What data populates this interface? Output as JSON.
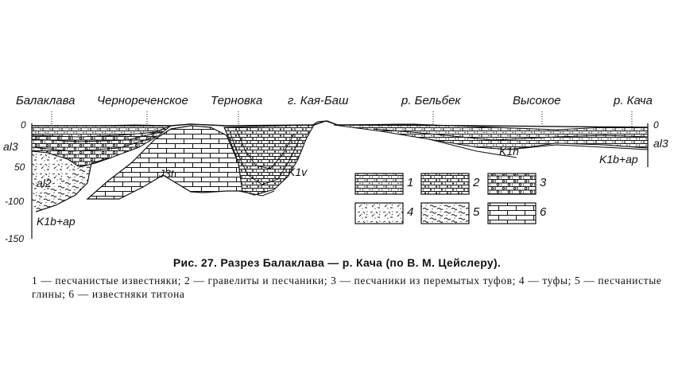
{
  "places": [
    "Балаклава",
    "Черноречен­ское",
    "Терновка",
    "г. Кая-Баш",
    "р. Бельбек",
    "Высокое",
    "р. Кача"
  ],
  "left_depth_labels": [
    "0",
    "50",
    "-100",
    "-150"
  ],
  "right_depth_labels": [
    "0"
  ],
  "unit_labels": {
    "al3_left": "al3",
    "al2": "al2",
    "k1b_ap_left": "K1b+ap",
    "j3t": "J3t",
    "k1v": "K1v",
    "k1h": "K1h",
    "k1b_ap_right": "K1b+ap",
    "al3_right": "al3"
  },
  "legend_numbers": [
    "1",
    "2",
    "3",
    "4",
    "5",
    "6"
  ],
  "caption": {
    "title": "Рис. 27. Разрез Балаклава — р. Кача (по В. М. Цейслеру).",
    "legend_text": "1 — песчанистые известняки; 2 — гравелиты и песчаники; 3 — песчаники из перемытых туфов; 4 — туфы; 5 — песчанистые глины; 6 — известняки титона"
  }
}
